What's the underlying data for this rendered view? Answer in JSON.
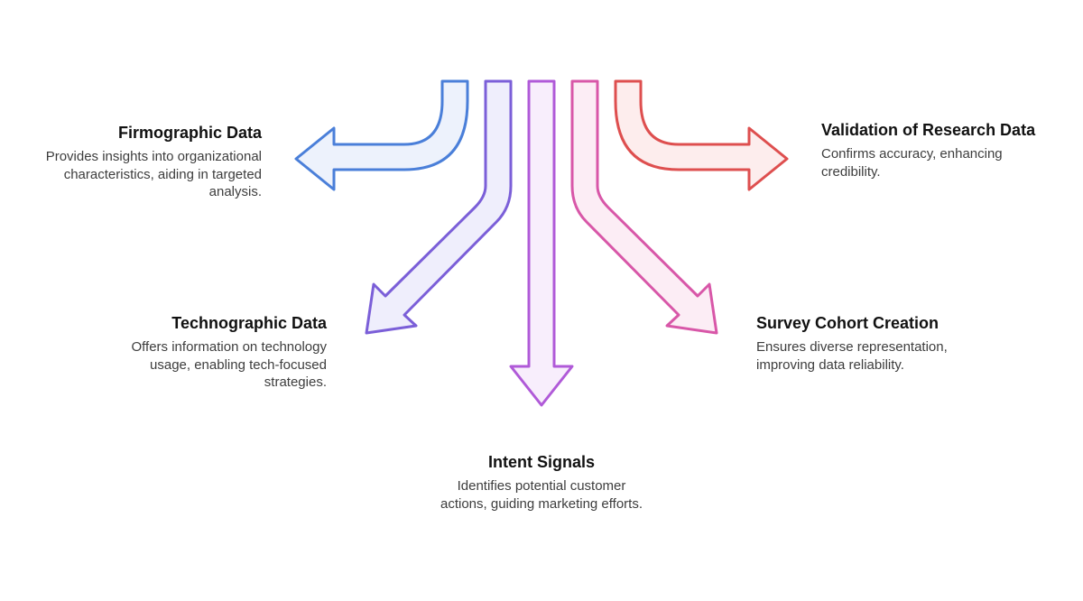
{
  "colors": {
    "firmographic": "#4a7fd9",
    "technographic": "#7b5fd8",
    "intent": "#b05ad8",
    "survey": "#d857a8",
    "validation": "#de4f4f"
  },
  "items": [
    {
      "key": "firmographic",
      "title": "Firmographic Data",
      "description": "Provides insights into organizational characteristics, aiding in targeted analysis.",
      "arrow_direction": "left"
    },
    {
      "key": "technographic",
      "title": "Technographic Data",
      "description": "Offers information on technology usage, enabling tech-focused strategies.",
      "arrow_direction": "down-left"
    },
    {
      "key": "intent",
      "title": "Intent Signals",
      "description": "Identifies potential customer actions, guiding marketing efforts.",
      "arrow_direction": "down"
    },
    {
      "key": "survey",
      "title": "Survey Cohort Creation",
      "description": "Ensures diverse representation, improving data reliability.",
      "arrow_direction": "down-right"
    },
    {
      "key": "validation",
      "title": "Validation of Research Data",
      "description": "Confirms accuracy, enhancing credibility.",
      "arrow_direction": "right"
    }
  ]
}
